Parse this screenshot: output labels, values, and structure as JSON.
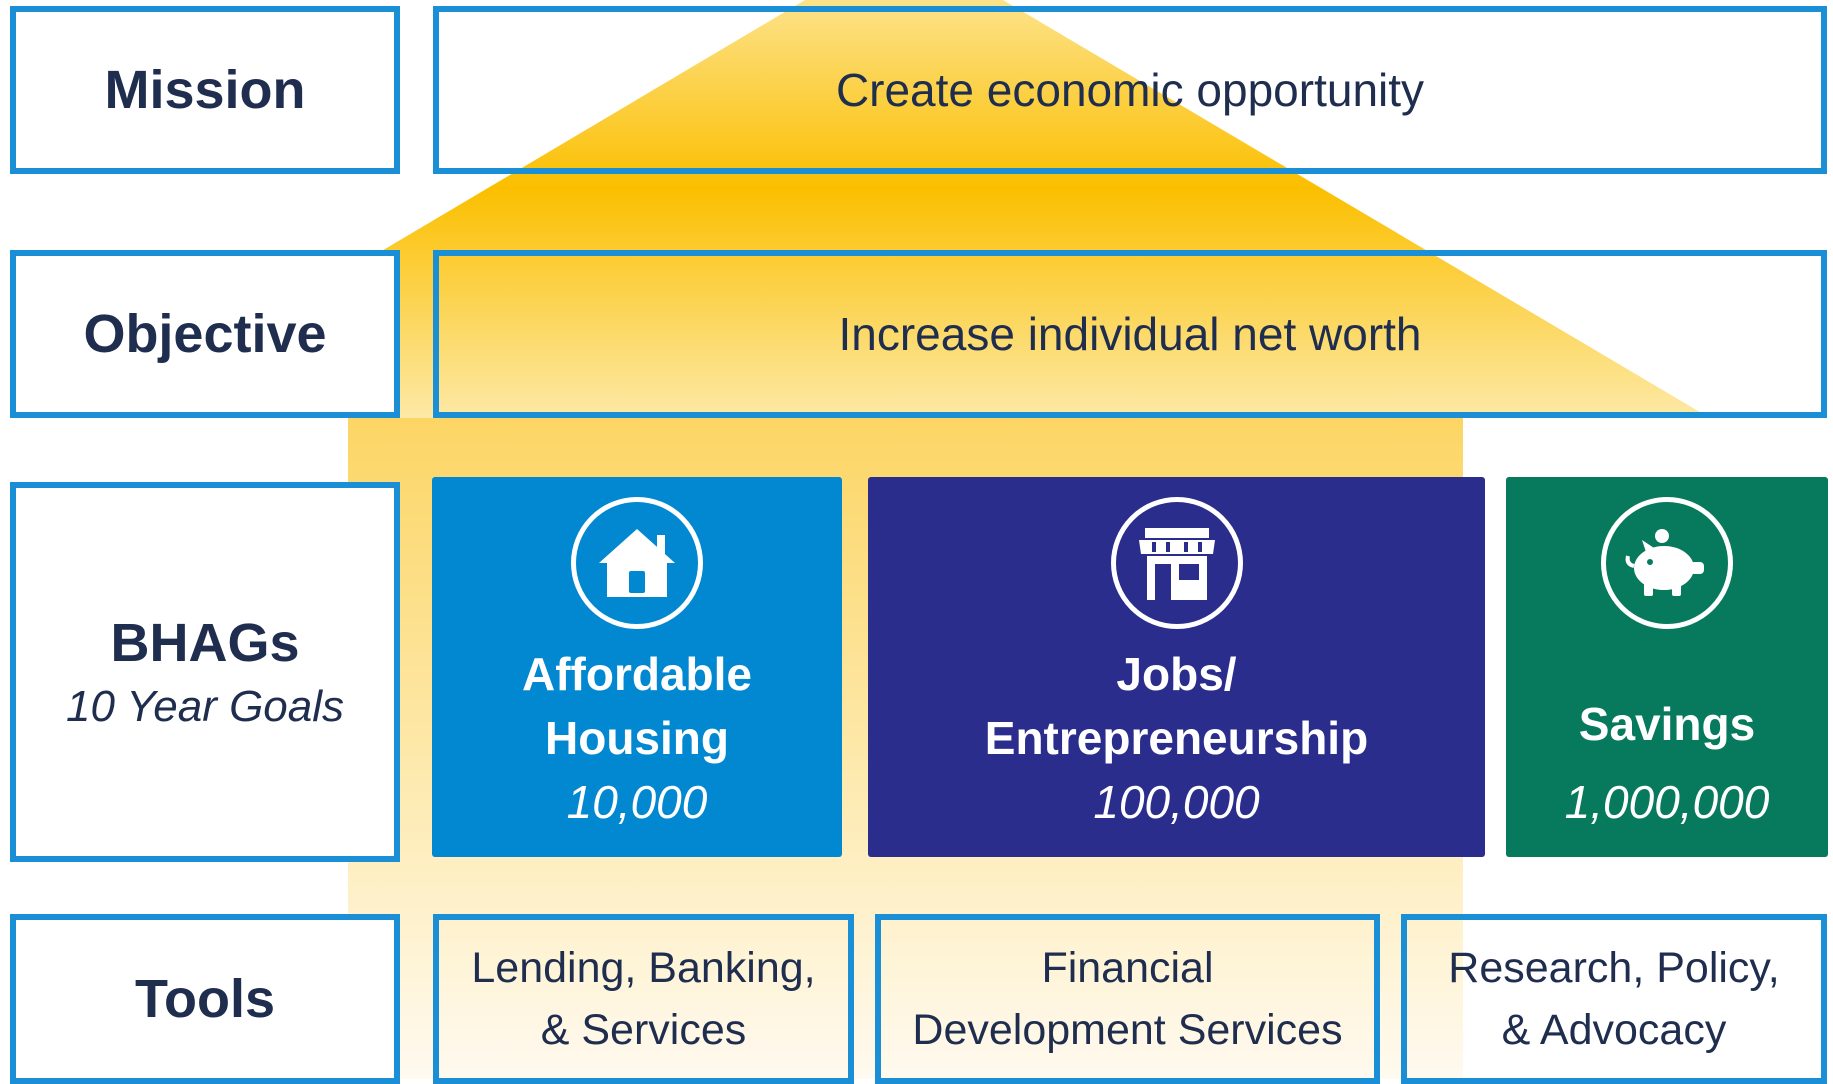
{
  "colors": {
    "frame_blue": "#1a8fd6",
    "roof_yellow": "#fbbf00",
    "text_navy": "#1f2d4e",
    "housing_blue": "#0288d1",
    "jobs_indigo": "#2b2d8c",
    "savings_green": "#077a5d"
  },
  "rows": {
    "mission": {
      "label": "Mission",
      "statement": "Create economic opportunity"
    },
    "objective": {
      "label": "Objective",
      "statement": "Increase individual net worth"
    },
    "bhags": {
      "label": "BHAGs",
      "sublabel": "10 Year Goals"
    },
    "tools": {
      "label": "Tools"
    }
  },
  "goals": [
    {
      "title": "Affordable\nHousing",
      "value": "10,000",
      "icon": "house-icon"
    },
    {
      "title": "Jobs/\nEntrepreneurship",
      "value": "100,000",
      "icon": "storefront-icon"
    },
    {
      "title": "Savings",
      "value": "1,000,000",
      "icon": "piggy-bank-icon"
    }
  ],
  "tools": [
    {
      "text": "Lending, Banking,\n& Services"
    },
    {
      "text": "Financial\nDevelopment Services"
    },
    {
      "text": "Research, Policy,\n& Advocacy"
    }
  ]
}
